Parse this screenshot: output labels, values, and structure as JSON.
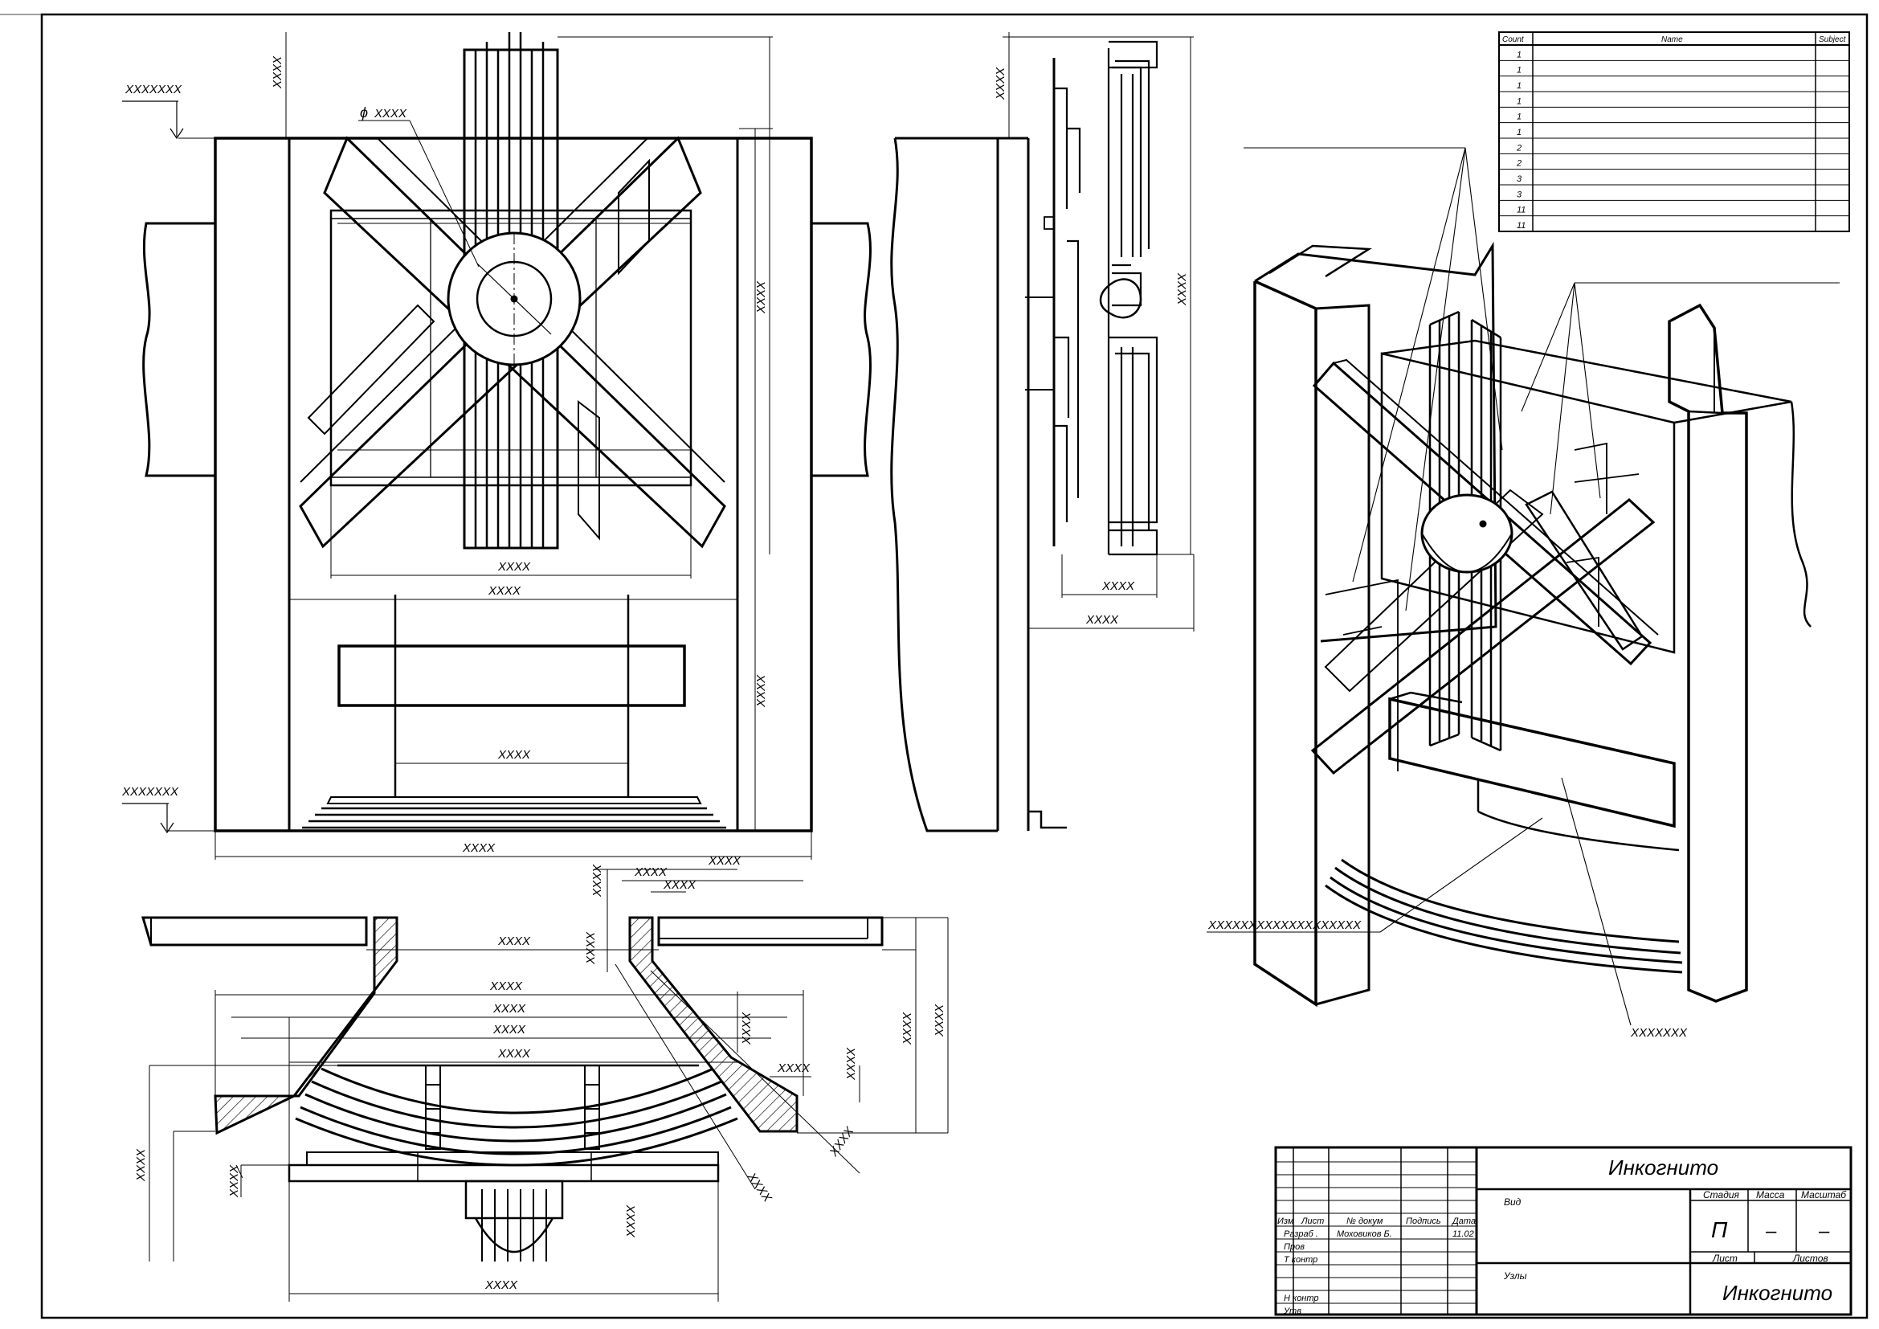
{
  "spec_table": {
    "headers": [
      "Count",
      "Name",
      "Subject"
    ],
    "rows": [
      {
        "count": "1"
      },
      {
        "count": "1"
      },
      {
        "count": "1"
      },
      {
        "count": "1"
      },
      {
        "count": "1"
      },
      {
        "count": "1"
      },
      {
        "count": "2"
      },
      {
        "count": "2"
      },
      {
        "count": "3"
      },
      {
        "count": "3"
      },
      {
        "count": "11"
      },
      {
        "count": "11"
      }
    ]
  },
  "title_block": {
    "doc_title": "Инкогнито",
    "company": "Инкогнито",
    "headers": {
      "izm": "Изм",
      "list": "Лист",
      "doc_no": "№ докум",
      "sign": "Подпись",
      "date": "Дата"
    },
    "roles": {
      "developer": "Разраб .",
      "checker": "Пров",
      "tech_control": "Т контр",
      "norm_control": "Н контр",
      "approver": "Утв"
    },
    "developer_name": "Моховиков Б.",
    "date_value": "11.02",
    "view_label": "Вид",
    "nodes_label": "Узлы",
    "stage_label": "Стадия",
    "mass_label": "Масса",
    "scale_label": "Масштаб",
    "stage_value": "П",
    "mass_value": "–",
    "scale_value": "–",
    "sheet_label": "Лист",
    "sheets_label": "Листов"
  },
  "dimensions": {
    "diameter_prefix": "ϕ",
    "hidden_value": "XXXX",
    "level_top": "XXXXXXX",
    "level_bottom": "XXXXXXX",
    "iso_callout_long": "XXXXXXXXXXXXXXXXXXX",
    "iso_callout_short": "XXXXXXX"
  },
  "colors": {
    "line": "#000000",
    "background": "#ffffff"
  }
}
